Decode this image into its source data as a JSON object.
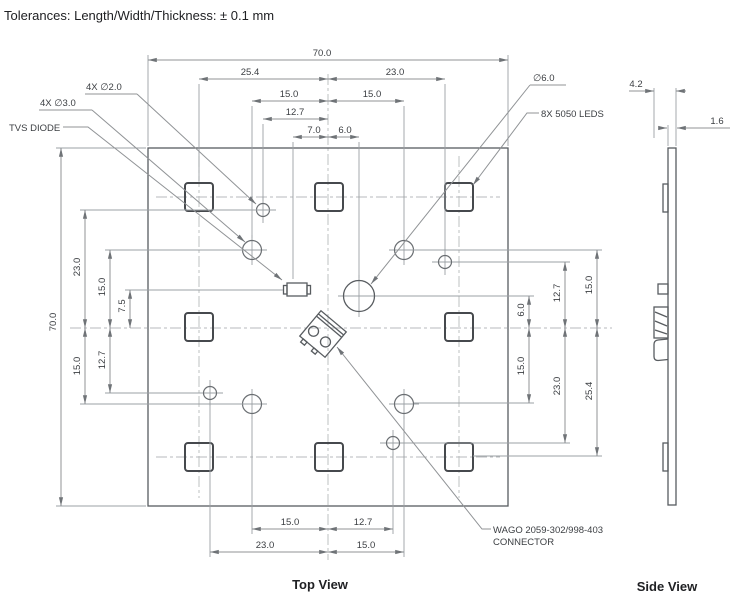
{
  "note": "Tolerances: Length/Width/Thickness: ± 0.1 mm",
  "titles": {
    "top": "Top View",
    "side": "Side View"
  },
  "callouts": {
    "holes_2mm": "4X ∅2.0",
    "holes_3mm": "4X ∅3.0",
    "tvs": "TVS DIODE",
    "hole_6mm": "∅6.0",
    "leds": "8X 5050 LEDS",
    "connector_line1": "WAGO 2059-302/998-403",
    "connector_line2": "CONNECTOR"
  },
  "dims": {
    "top": {
      "overall": "70.0",
      "left_pitch": "25.4",
      "right_pitch": "23.0",
      "left_15": "15.0",
      "right_15": "15.0",
      "left_12_7": "12.7",
      "tvs_7": "7.0",
      "hole_6": "6.0"
    },
    "left": {
      "overall": "70.0",
      "upper_23": "23.0",
      "upper_15": "15.0",
      "tvs_7_5": "7.5",
      "lower_15": "15.0",
      "lower_12_7": "12.7"
    },
    "right": {
      "hole_6": "6.0",
      "lower_15": "15.0",
      "upper_12_7": "12.7",
      "lower_23": "23.0",
      "upper_15": "15.0",
      "lower_25_4": "25.4"
    },
    "bottom": {
      "row1_15": "15.0",
      "row1_12_7": "12.7",
      "row2_23": "23.0",
      "row2_15": "15.0"
    },
    "side": {
      "overall": "4.2",
      "pcb": "1.6"
    }
  }
}
